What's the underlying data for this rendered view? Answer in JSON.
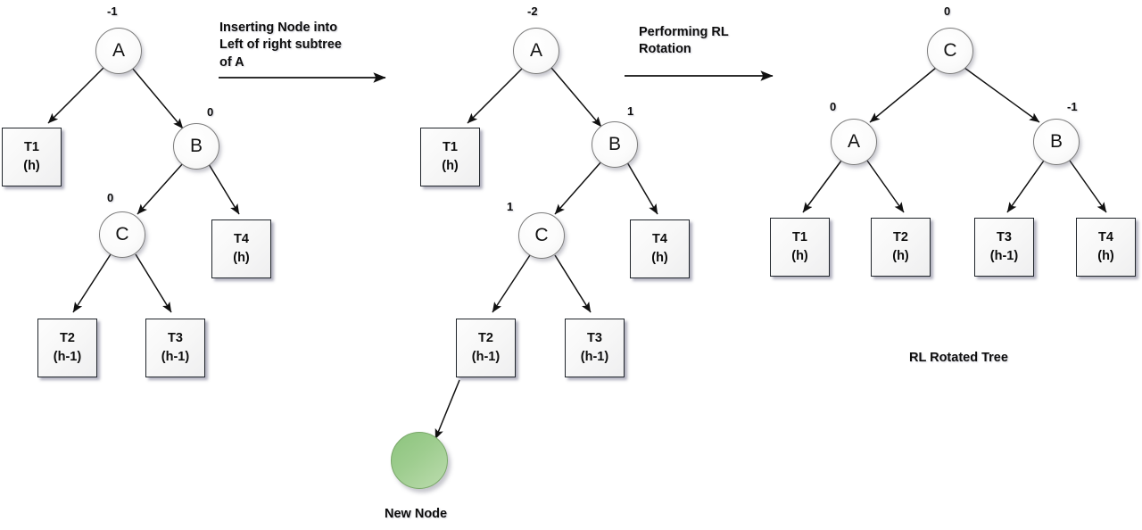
{
  "diagram": {
    "title": "AVL Tree RL Rotation",
    "background": "#ffffff",
    "new_node_color": "#9ecd8f"
  },
  "transitions": [
    {
      "id": "t1",
      "text": "Inserting Node into\nLeft of right subtree\nof A"
    },
    {
      "id": "t2",
      "text": "Performing RL\nRotation"
    }
  ],
  "labels": {
    "new_node": "New Node",
    "rotated_tree": "RL Rotated Tree"
  },
  "trees": [
    {
      "id": "before-insert",
      "nodes": [
        {
          "key": "a",
          "label": "A",
          "balance": "-1"
        },
        {
          "key": "b",
          "label": "B",
          "balance": "0"
        },
        {
          "key": "c",
          "label": "C",
          "balance": "0"
        }
      ],
      "subtrees": [
        {
          "key": "t1",
          "name": "T1",
          "height": "(h)"
        },
        {
          "key": "t4",
          "name": "T4",
          "height": "(h)"
        },
        {
          "key": "t2",
          "name": "T2",
          "height": "(h-1)"
        },
        {
          "key": "t3",
          "name": "T3",
          "height": "(h-1)"
        }
      ]
    },
    {
      "id": "after-insert",
      "nodes": [
        {
          "key": "a",
          "label": "A",
          "balance": "-2"
        },
        {
          "key": "b",
          "label": "B",
          "balance": "1"
        },
        {
          "key": "c",
          "label": "C",
          "balance": "1"
        }
      ],
      "subtrees": [
        {
          "key": "t1",
          "name": "T1",
          "height": "(h)"
        },
        {
          "key": "t4",
          "name": "T4",
          "height": "(h)"
        },
        {
          "key": "t2",
          "name": "T2",
          "height": "(h-1)"
        },
        {
          "key": "t3",
          "name": "T3",
          "height": "(h-1)"
        }
      ]
    },
    {
      "id": "rl-rotated",
      "nodes": [
        {
          "key": "c",
          "label": "C",
          "balance": "0"
        },
        {
          "key": "a",
          "label": "A",
          "balance": "0"
        },
        {
          "key": "b",
          "label": "B",
          "balance": "-1"
        }
      ],
      "subtrees": [
        {
          "key": "t1",
          "name": "T1",
          "height": "(h)"
        },
        {
          "key": "t2",
          "name": "T2",
          "height": "(h)"
        },
        {
          "key": "t3",
          "name": "T3",
          "height": "(h-1)"
        },
        {
          "key": "t4",
          "name": "T4",
          "height": "(h)"
        }
      ]
    }
  ]
}
